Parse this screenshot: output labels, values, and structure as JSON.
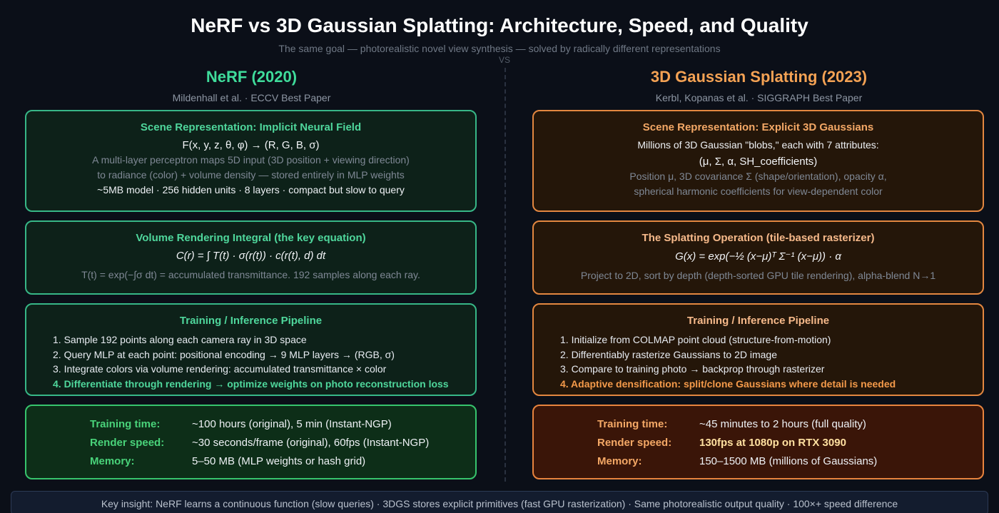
{
  "header": {
    "title": "NeRF vs 3D Gaussian Splatting: Architecture, Speed, and Quality",
    "subtitle": "The same goal — photorealistic novel view synthesis — solved by radically different representations",
    "vs": "VS"
  },
  "nerf": {
    "title": "NeRF (2020)",
    "authors": "Mildenhall et al. · ECCV Best Paper",
    "representation": {
      "heading": "Scene Representation: Implicit Neural Field",
      "formula": "F(x, y, z, θ, φ) → (R, G, B, σ)",
      "desc1": "A multi-layer perceptron maps 5D input (3D position + viewing direction)",
      "desc2": "to radiance (color) + volume density — stored entirely in MLP weights",
      "spec": "~5MB model · 256 hidden units · 8 layers · compact but slow to query"
    },
    "rendering": {
      "heading": "Volume Rendering Integral (the key equation)",
      "equation": "C(r) = ∫ T(t) · σ(r(t)) · c(r(t), d) dt",
      "note": "T(t) = exp(−∫σ dt) = accumulated transmittance. 192 samples along each ray."
    },
    "pipeline": {
      "heading": "Training / Inference Pipeline",
      "steps": [
        "1. Sample 192 points along each camera ray in 3D space",
        "2. Query MLP at each point: positional encoding → 9 MLP layers → (RGB, σ)",
        "3. Integrate colors via volume rendering: accumulated transmittance × color",
        "4. Differentiate through rendering → optimize weights on photo reconstruction loss"
      ]
    },
    "stats": {
      "training_label": "Training time:",
      "training_value": "~100 hours (original), 5 min (Instant-NGP)",
      "render_label": "Render speed:",
      "render_value": "~30 seconds/frame (original), 60fps (Instant-NGP)",
      "memory_label": "Memory:",
      "memory_value": "5–50 MB (MLP weights or hash grid)"
    }
  },
  "gs": {
    "title": "3D Gaussian Splatting (2023)",
    "authors": "Kerbl, Kopanas et al. · SIGGRAPH Best Paper",
    "representation": {
      "heading": "Scene Representation: Explicit 3D Gaussians",
      "line1": "Millions of 3D Gaussian \"blobs,\" each with 7 attributes:",
      "formula": "(μ, Σ, α, SH_coefficients)",
      "desc1": "Position μ, 3D covariance Σ (shape/orientation), opacity α,",
      "desc2": "spherical harmonic coefficients for view-dependent color"
    },
    "rendering": {
      "heading": "The Splatting Operation (tile-based rasterizer)",
      "equation": "G(x) = exp(−½ (x−μ)ᵀ Σ⁻¹ (x−μ)) · α",
      "note": "Project to 2D, sort by depth (depth-sorted GPU tile rendering), alpha-blend N→1"
    },
    "pipeline": {
      "heading": "Training / Inference Pipeline",
      "steps": [
        "1. Initialize from COLMAP point cloud (structure-from-motion)",
        "2. Differentiably rasterize Gaussians to 2D image",
        "3. Compare to training photo → backprop through rasterizer",
        "4. Adaptive densification: split/clone Gaussians where detail is needed"
      ]
    },
    "stats": {
      "training_label": "Training time:",
      "training_value": "~45 minutes to 2 hours (full quality)",
      "render_label": "Render speed:",
      "render_value": "130fps at 1080p on RTX 3090",
      "memory_label": "Memory:",
      "memory_value": "150–1500 MB (millions of Gaussians)"
    }
  },
  "footer": {
    "insight": "Key insight: NeRF learns a continuous function (slow queries) · 3DGS stores explicit primitives (fast GPU rasterization) · Same photorealistic output quality · 100×+ speed difference"
  }
}
